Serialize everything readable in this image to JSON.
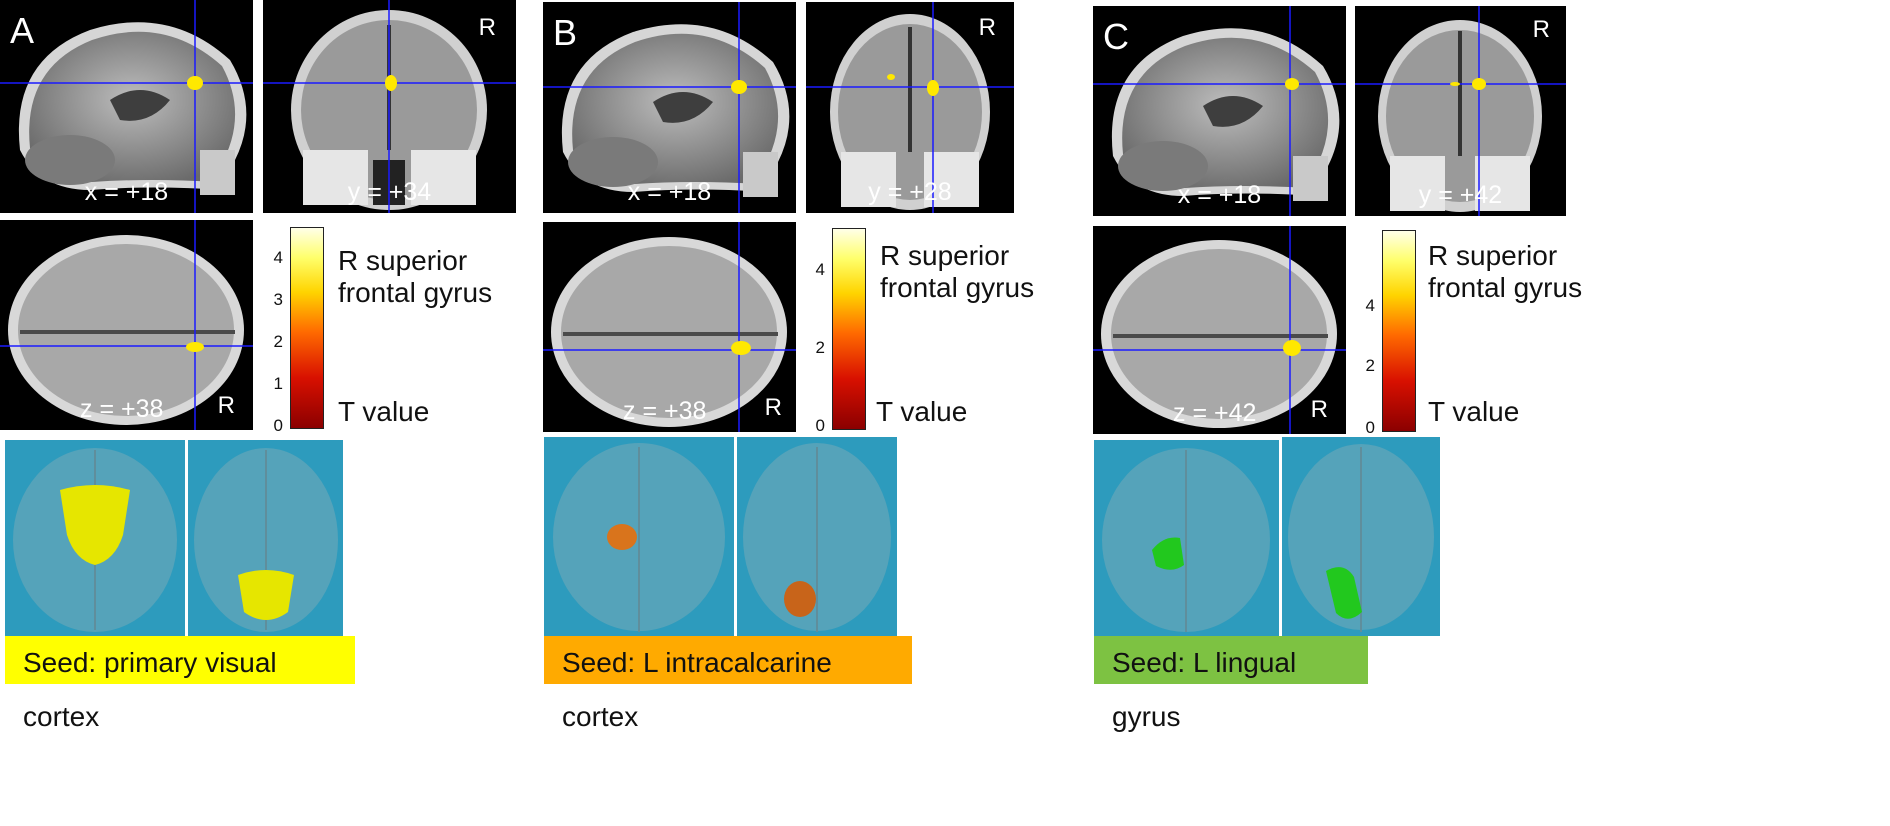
{
  "colors": {
    "seed_a": "#ffff00",
    "seed_b": "#ffaa00",
    "seed_c": "#7dc242",
    "render_bg": "#2d9bbd",
    "crosshair": "#1a1aff",
    "activation": "#ffe800"
  },
  "panels": [
    {
      "letter": "A",
      "sagittal_coord": "x = +18",
      "coronal_coord": "y = +34",
      "axial_coord": "z = +38",
      "r_marker_coronal": "R",
      "r_marker_axial": "R",
      "colorbar_ticks": [
        "4",
        "3",
        "2",
        "1",
        "0"
      ],
      "region_label": [
        "R superior",
        "frontal gyrus"
      ],
      "t_value_label": "T value",
      "seed_label": "Seed: primary visual cortex",
      "seed_color_name": "yellow"
    },
    {
      "letter": "B",
      "sagittal_coord": "x = +18",
      "coronal_coord": "y = +28",
      "axial_coord": "z = +38",
      "r_marker_coronal": "R",
      "r_marker_axial": "R",
      "colorbar_ticks": [
        "4",
        "2",
        "0"
      ],
      "region_label": [
        "R superior",
        "frontal gyrus"
      ],
      "t_value_label": "T value",
      "seed_label": "Seed: L intracalcarine cortex",
      "seed_color_name": "orange"
    },
    {
      "letter": "C",
      "sagittal_coord": "x = +18",
      "coronal_coord": "y = +42",
      "axial_coord": "z = +42",
      "r_marker_coronal": "R",
      "r_marker_axial": "R",
      "colorbar_ticks": [
        "4",
        "2",
        "0"
      ],
      "region_label": [
        "R superior",
        "frontal gyrus"
      ],
      "t_value_label": "T value",
      "seed_label": "Seed: L lingual gyrus",
      "seed_color_name": "green"
    }
  ]
}
